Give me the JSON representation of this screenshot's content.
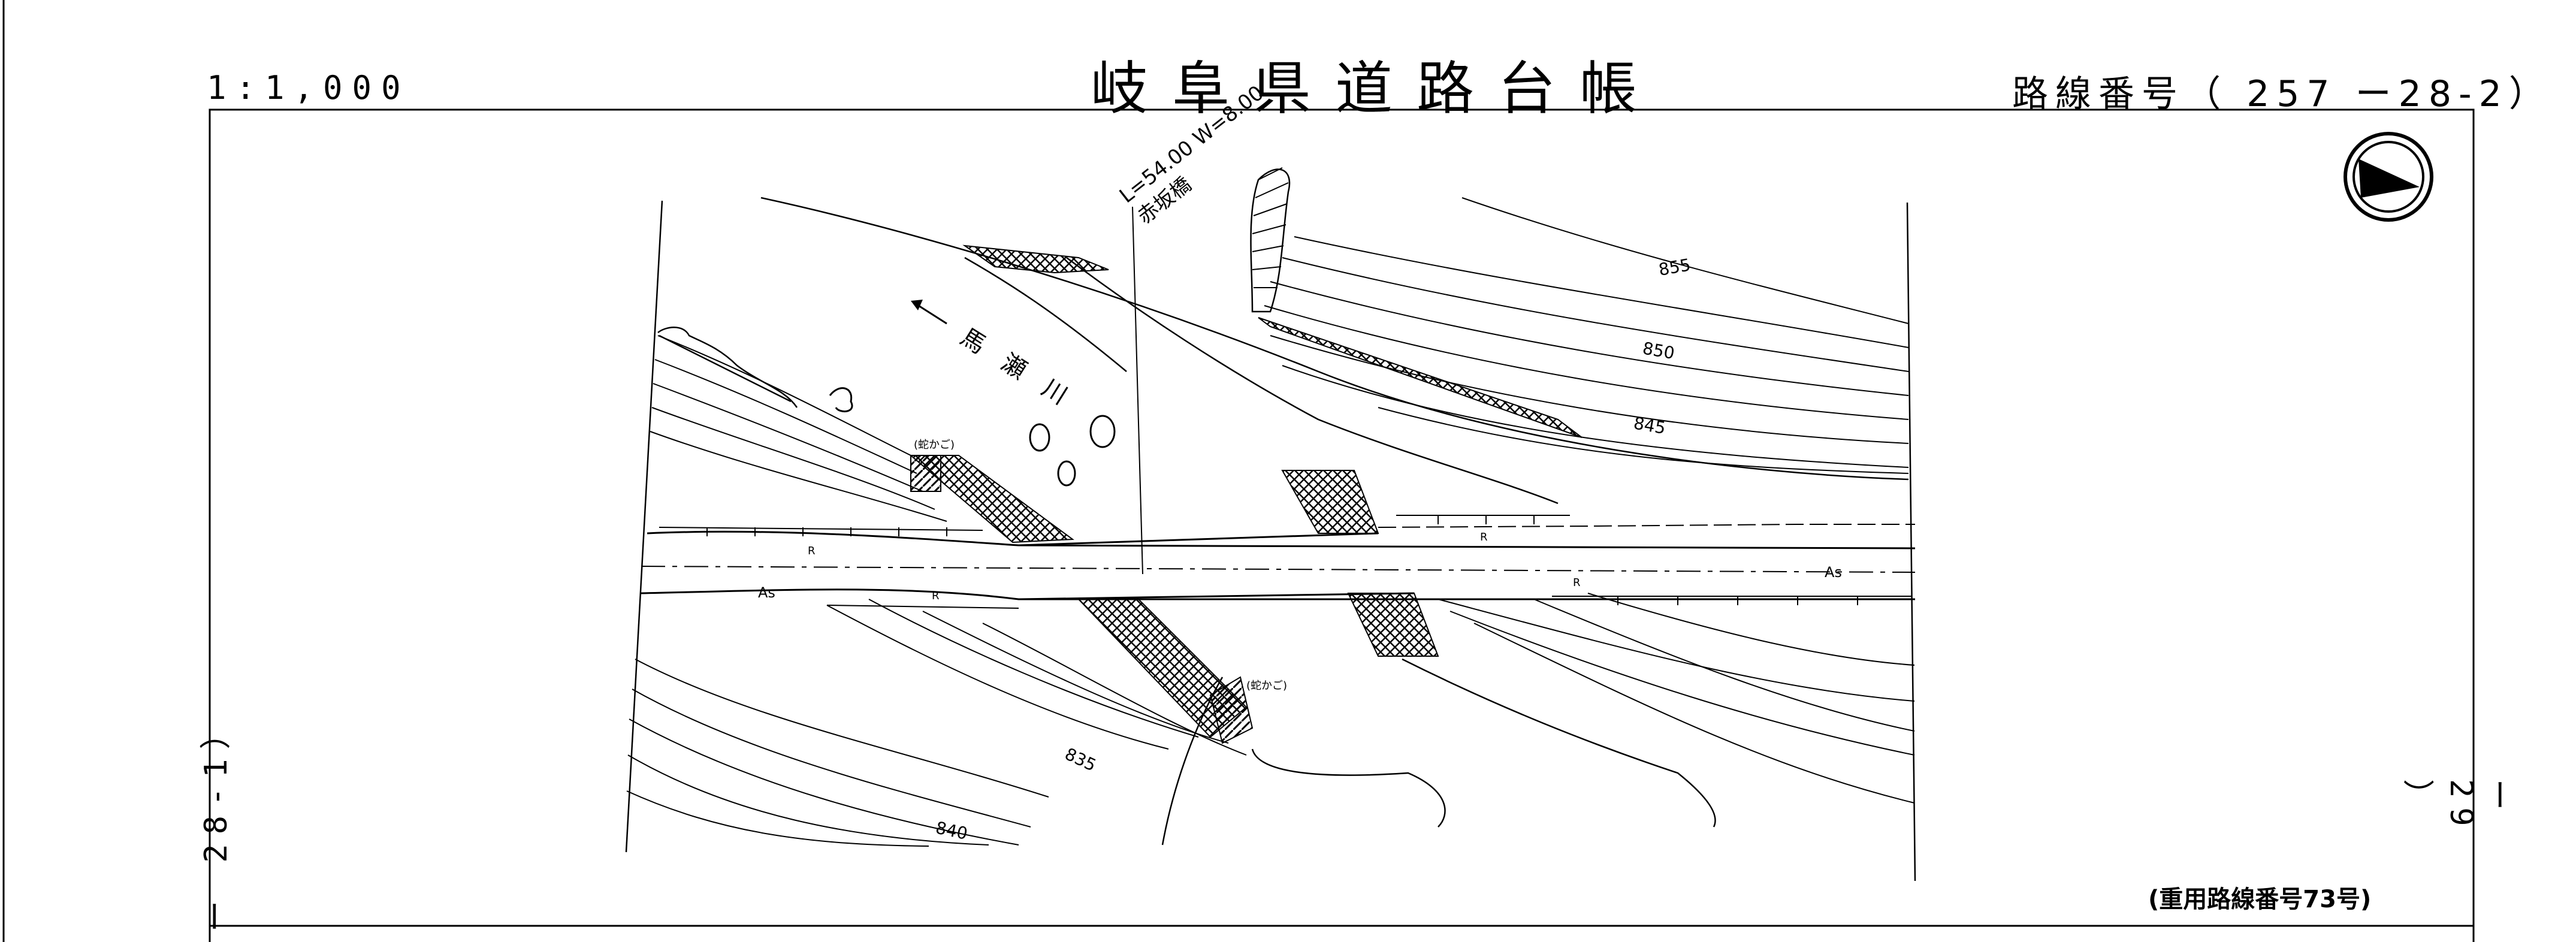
{
  "header": {
    "scale": "1:1,000",
    "title": "岐阜県道路台帳",
    "route_number": "路線番号（ 257 ー28-2）"
  },
  "margins": {
    "left_page_ref": "ー 28-1）",
    "right_page_ref": "ー 29 ）"
  },
  "footer": {
    "secondary_route": "(重用路線番号73号)"
  },
  "map": {
    "bridge_spec": "L=54.00 W=8.00",
    "bridge_name": "赤坂橋",
    "river_name": "馬瀬川",
    "gabion_label_1": "(蛇かご)",
    "gabion_label_2": "(蛇かご)",
    "contours": [
      "855",
      "850",
      "845",
      "835",
      "840"
    ],
    "surface_as": "As",
    "curb_r": "R",
    "north_symbol": "north-arrow-icon"
  }
}
